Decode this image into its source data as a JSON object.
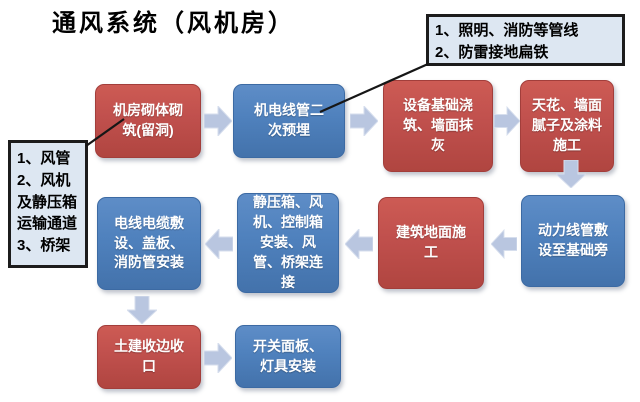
{
  "title": "通风系统（风机房）",
  "callouts": {
    "top_right": {
      "lines": [
        "1、照明、消防等管线",
        "2、防雷接地扁铁"
      ],
      "points_to": "机电线管二次预埋"
    },
    "left": {
      "lines": [
        "1、风管",
        "2、风机及静压箱运输通道",
        "3、桥架"
      ],
      "points_to": "机房砌体砌筑(留洞)"
    }
  },
  "flow": {
    "row1": {
      "direction": "left-to-right",
      "nodes": [
        {
          "label": "机房砌体砌筑(留洞)",
          "color": "red"
        },
        {
          "label": "机电线管二次预埋",
          "color": "blue"
        },
        {
          "label": "设备基础浇筑、墙面抹灰",
          "color": "red"
        },
        {
          "label": "天花、墙面腻子及涂料施工",
          "color": "red"
        }
      ]
    },
    "row2": {
      "direction": "right-to-left",
      "nodes": [
        {
          "label": "电线电缆敷设、盖板、消防管安装",
          "color": "blue"
        },
        {
          "label": "静压箱、风机、控制箱安装、风管、桥架连接",
          "color": "blue"
        },
        {
          "label": "建筑地面施工",
          "color": "red"
        },
        {
          "label": "动力线管敷设至基础旁",
          "color": "blue"
        }
      ]
    },
    "row3": {
      "direction": "left-to-right",
      "nodes": [
        {
          "label": "土建收边收口",
          "color": "red"
        },
        {
          "label": "开关面板、灯具安装",
          "color": "blue"
        }
      ]
    }
  },
  "colors": {
    "node_red": "#c0504d",
    "node_blue": "#4f81bd",
    "node_text": "#ffffff",
    "arrow": "#b9c6e0",
    "callout_bg": "#dde7f2",
    "callout_border": "#1c1c1c",
    "leader_line": "#161616",
    "title": "#000000"
  }
}
